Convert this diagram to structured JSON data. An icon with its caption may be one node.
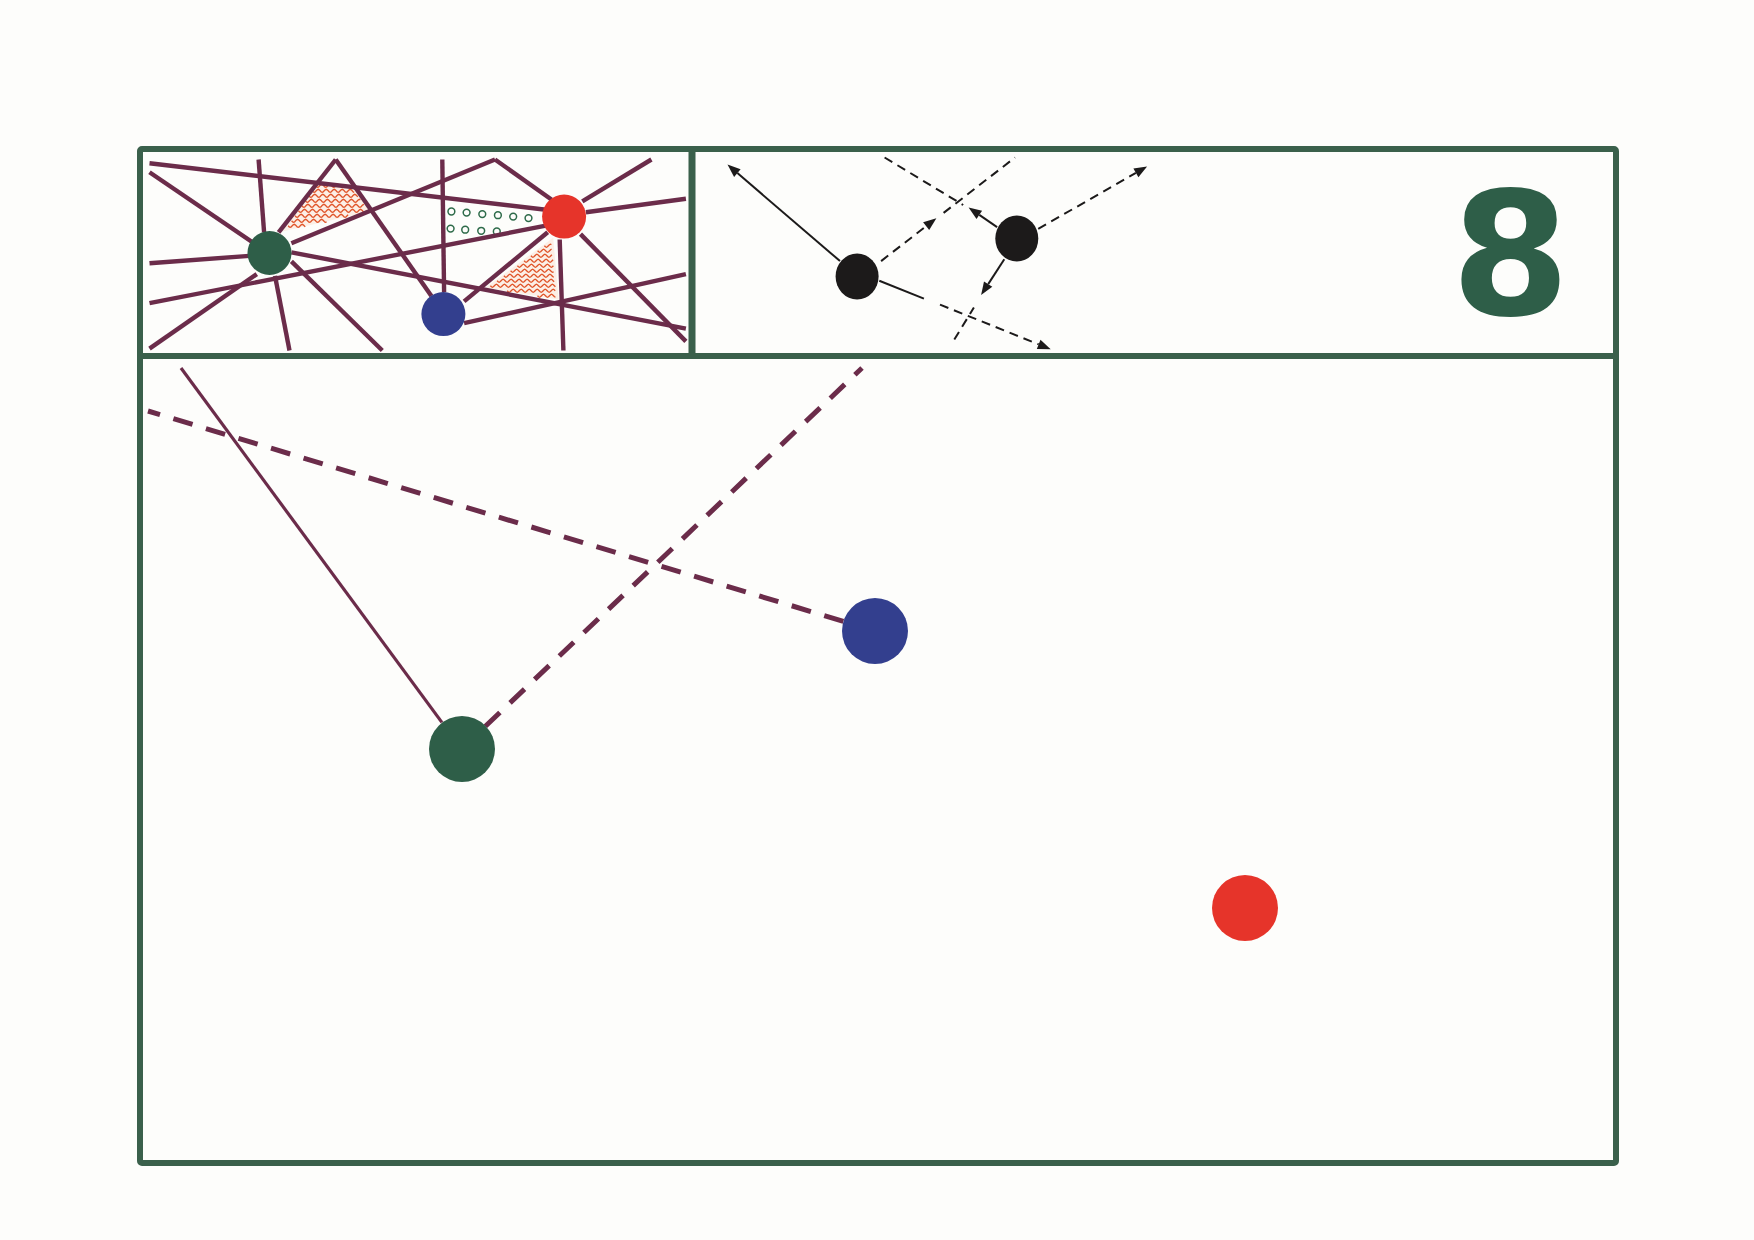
{
  "diagram": {
    "nodes": [
      {
        "text": [],
        "shape": "circle"
      },
      {
        "text": [],
        "shape": "circle"
      },
      {
        "text": [],
        "shape": "circle"
      }
    ],
    "edges": [
      {
        "from": 0,
        "to": null,
        "arrow": "none"
      },
      {
        "from": 0,
        "to": null,
        "arrow": "none",
        "style": "dashed"
      },
      {
        "from": 1,
        "to": null,
        "arrow": "none",
        "style": "dashed"
      }
    ],
    "labels": [
      "8"
    ]
  }
}
